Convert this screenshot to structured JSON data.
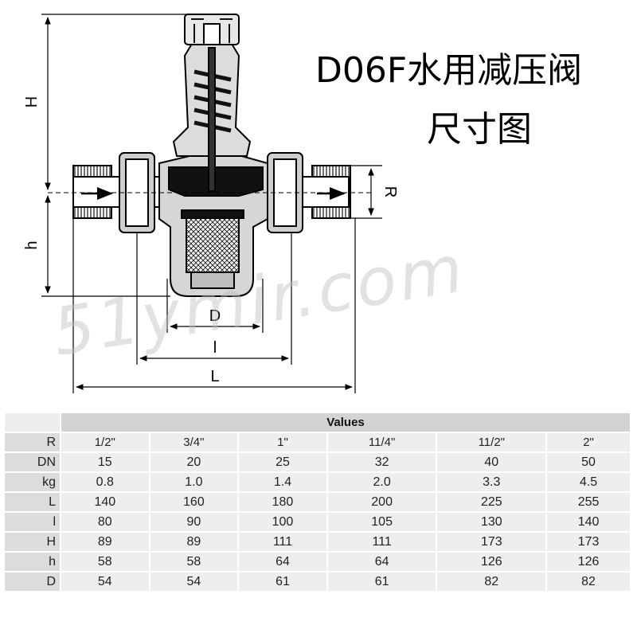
{
  "title": {
    "line1": "D06F水用减压阀",
    "line2": "尺寸图"
  },
  "dimension_labels": {
    "H": "H",
    "h": "h",
    "R": "R",
    "D": "D",
    "l": "l",
    "L": "L"
  },
  "watermark": "51ymir.com",
  "table": {
    "header": "Values",
    "rows": {
      "R": {
        "label": "R",
        "values": [
          "1/2\"",
          "3/4\"",
          "1\"",
          "11/4\"",
          "11/2\"",
          "2\""
        ]
      },
      "DN": {
        "label": "DN",
        "values": [
          "15",
          "20",
          "25",
          "32",
          "40",
          "50"
        ]
      },
      "kg": {
        "label": "kg",
        "values": [
          "0.8",
          "1.0",
          "1.4",
          "2.0",
          "3.3",
          "4.5"
        ]
      },
      "L": {
        "label": "L",
        "values": [
          "140",
          "160",
          "180",
          "200",
          "225",
          "255"
        ]
      },
      "l": {
        "label": "l",
        "values": [
          "80",
          "90",
          "100",
          "105",
          "130",
          "140"
        ]
      },
      "H": {
        "label": "H",
        "values": [
          "89",
          "89",
          "111",
          "111",
          "173",
          "173"
        ]
      },
      "h": {
        "label": "h",
        "values": [
          "58",
          "58",
          "64",
          "64",
          "126",
          "126"
        ]
      },
      "D": {
        "label": "D",
        "values": [
          "54",
          "54",
          "61",
          "61",
          "82",
          "82"
        ]
      }
    }
  }
}
